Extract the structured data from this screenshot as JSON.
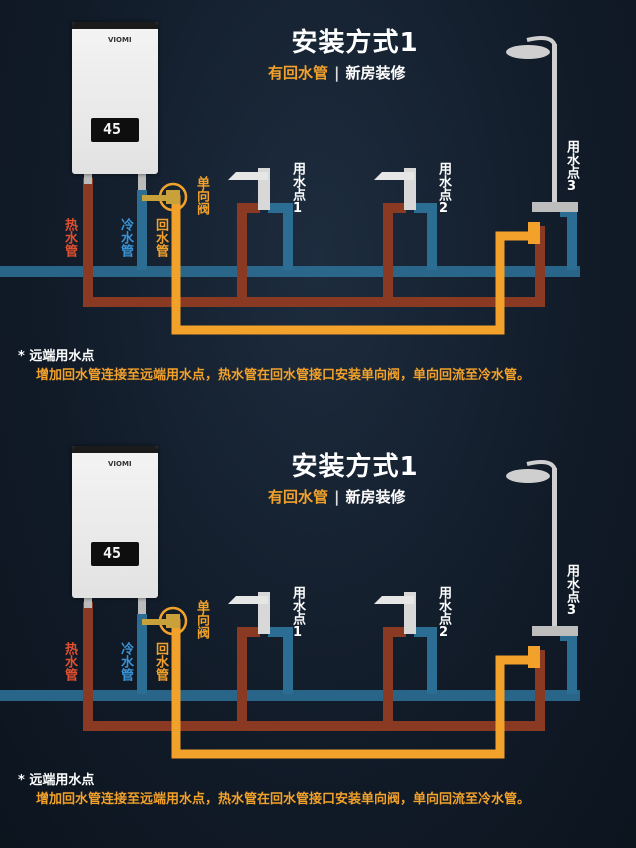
{
  "panels": [
    {
      "title": "安装方式1",
      "subtitle_highlight": "有回水管",
      "subtitle_separator": "|",
      "subtitle_rest": "新房装修",
      "heater_display": "45",
      "heater_logo": "VIOMI",
      "labels": {
        "hot_pipe": "热水管",
        "cold_pipe": "冷水管",
        "return_pipe": "回水管",
        "check_valve": "单向阀",
        "point1": "用水点1",
        "point2": "用水点2",
        "point3": "用水点3"
      },
      "note_title": "* 远端用水点",
      "note_body": "增加回水管连接至远端用水点，热水管在回水管接口安装单向阀，单向回流至冷水管。"
    },
    {
      "title": "安装方式1",
      "subtitle_highlight": "有回水管",
      "subtitle_separator": "|",
      "subtitle_rest": "新房装修",
      "heater_display": "45",
      "heater_logo": "VIOMI",
      "labels": {
        "hot_pipe": "热水管",
        "cold_pipe": "冷水管",
        "return_pipe": "回水管",
        "check_valve": "单向阀",
        "point1": "用水点1",
        "point2": "用水点2",
        "point3": "用水点3"
      },
      "note_title": "* 远端用水点",
      "note_body": "增加回水管连接至远端用水点，热水管在回水管接口安装单向阀，单向回流至冷水管。"
    }
  ],
  "colors": {
    "hot_pipe": "#8a3a22",
    "cold_pipe": "#2c6e93",
    "return_pipe": "#f2a12a",
    "accent_orange": "#f2a12a"
  }
}
